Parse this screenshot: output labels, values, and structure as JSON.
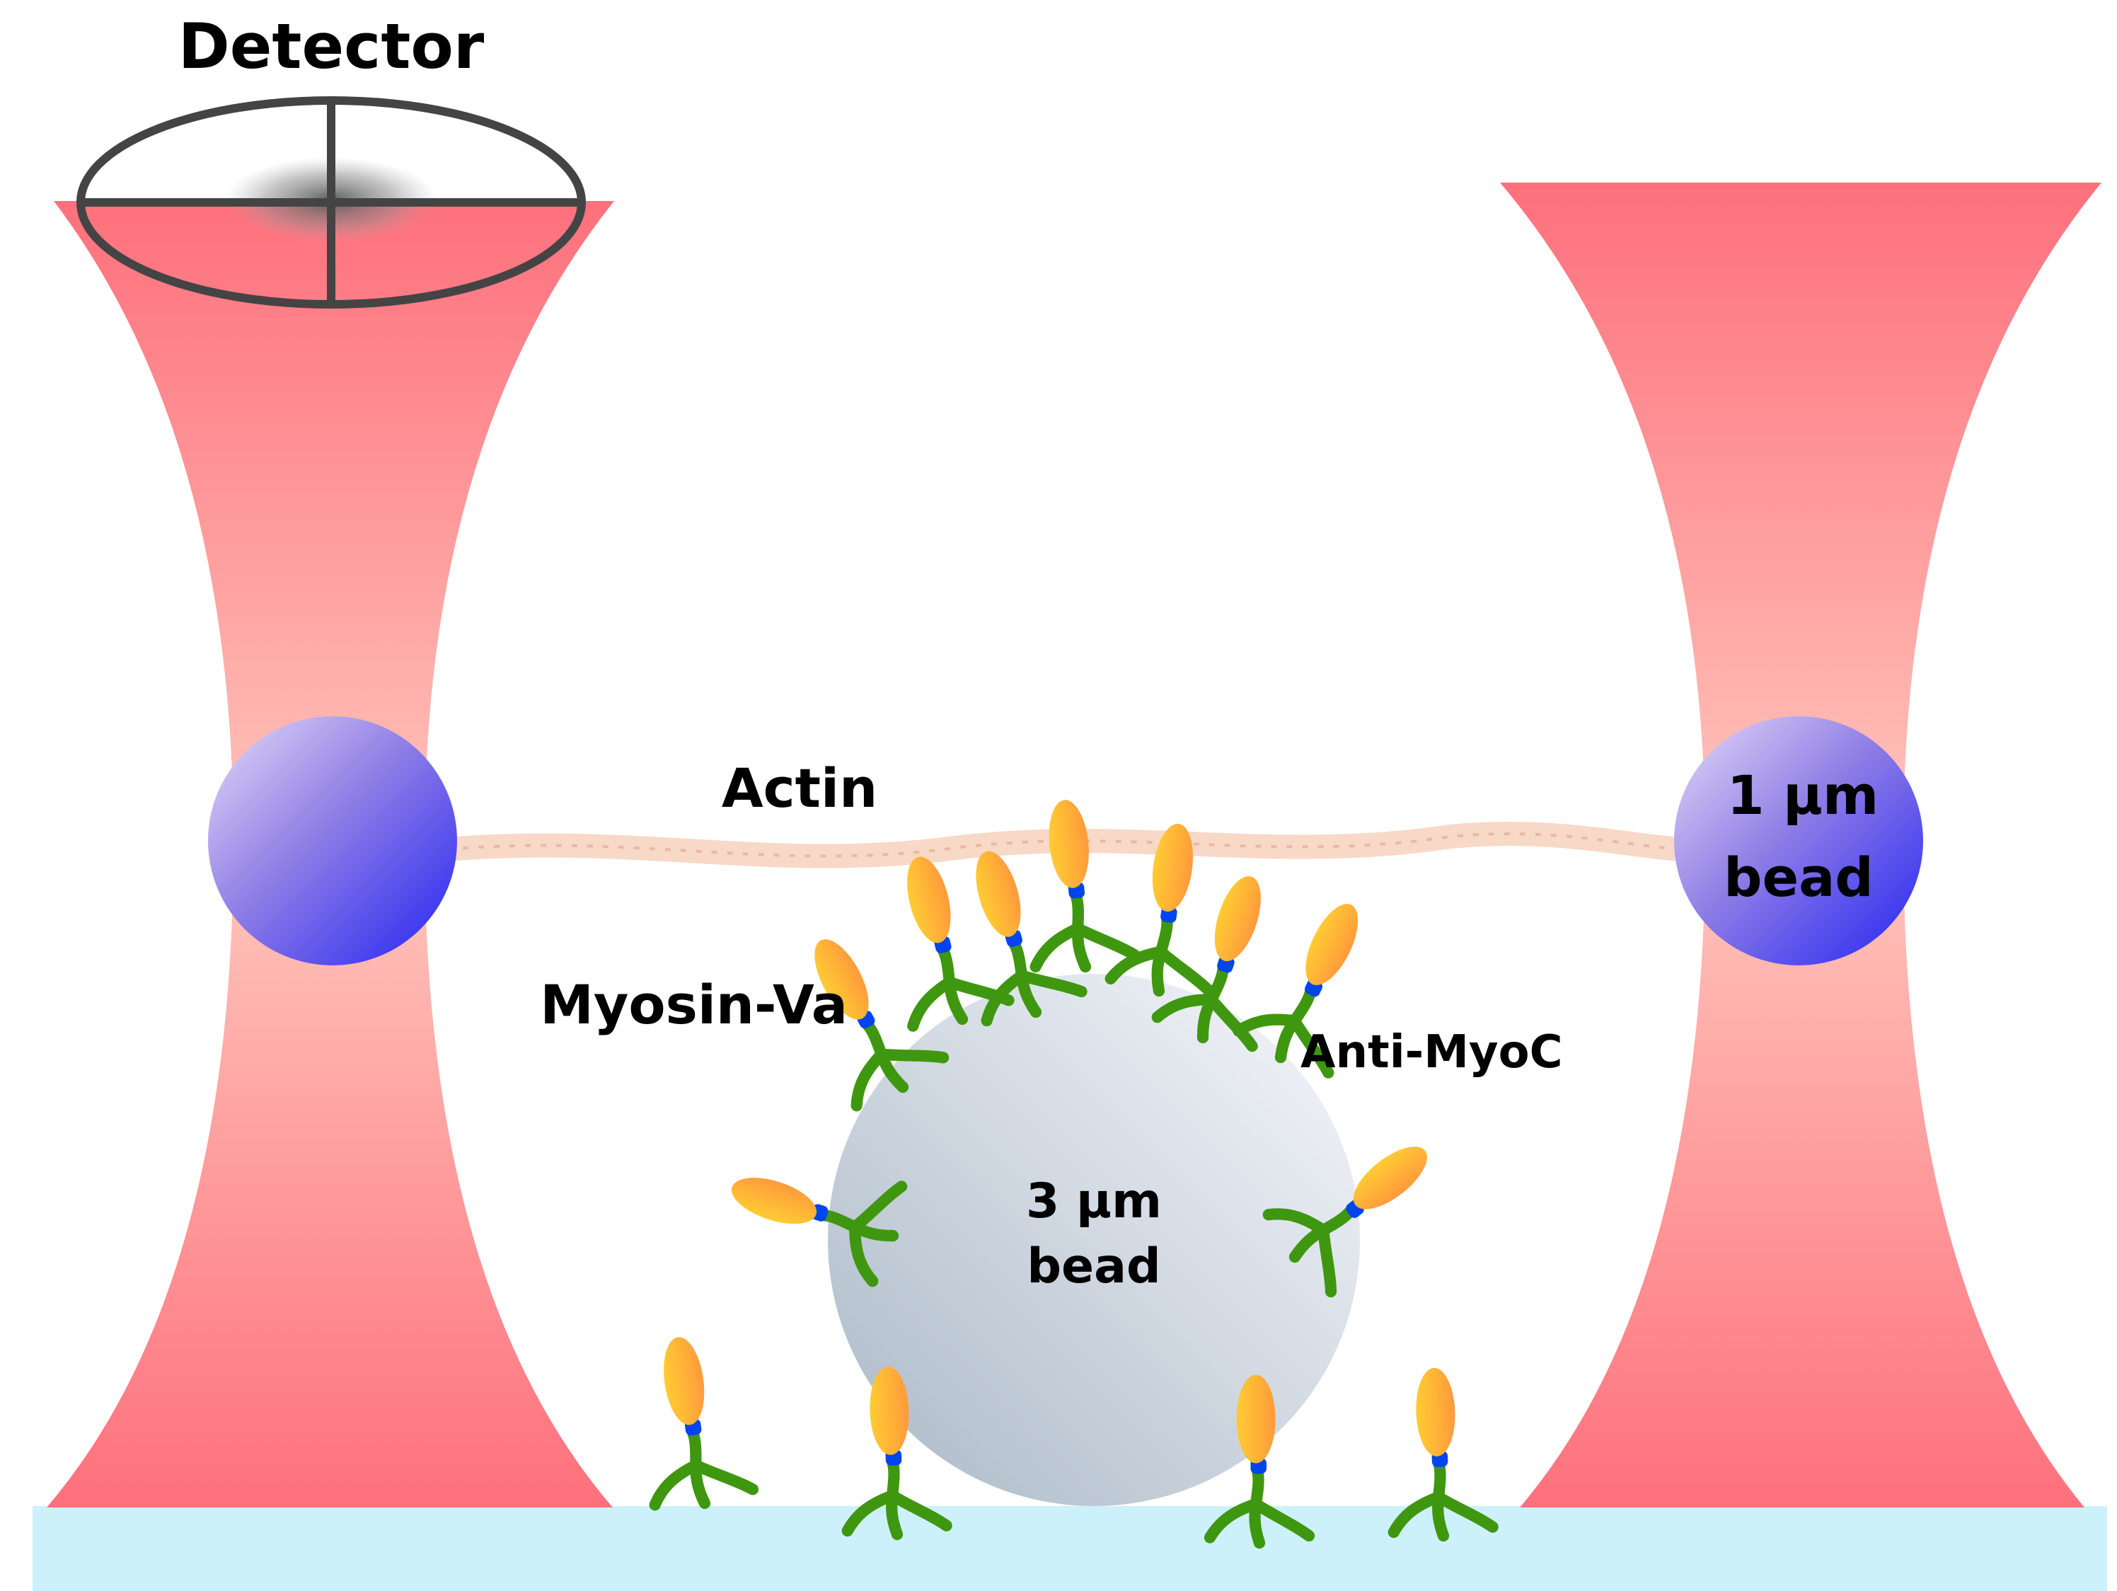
{
  "labels": {
    "detector": "Detector",
    "actin": "Actin",
    "small_bead_line1": "1 µm",
    "small_bead_line2": "bead",
    "myosin": "Myosin-Va",
    "antibody": "Anti-MyoC",
    "large_bead_line1": "3 µm",
    "large_bead_line2": "bead"
  },
  "colors": {
    "laser_beam": "#fe707c",
    "laser_beam_waist": "#ffc6bc",
    "trapped_bead": "#3636f0",
    "trapped_bead_highlight": "#d4c8f5",
    "large_bead": "#b1bfcc",
    "large_bead_highlight": "#f3f5fa",
    "coverslip": "#cdf1fb",
    "actin": "#f8d8c6",
    "myosin_head": "#ffb236",
    "myosin_lever": "#0044ee",
    "antibody": "#3f9710",
    "detector_outline": "#444444"
  }
}
